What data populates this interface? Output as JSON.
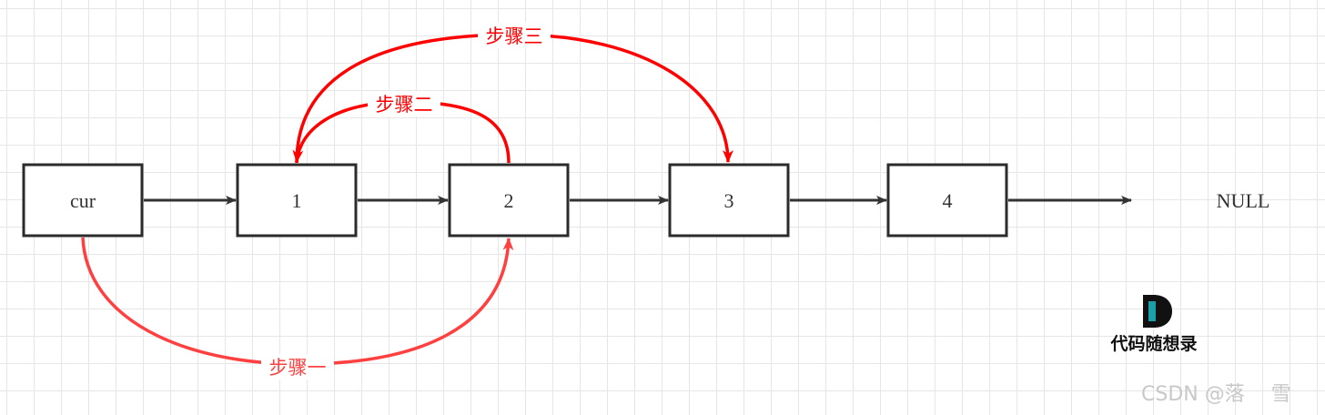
{
  "nodes": [
    "cur",
    "1",
    "2",
    "3",
    "4"
  ],
  "null_label": "NULL",
  "steps": {
    "step1": "步骤一",
    "step2": "步骤二",
    "step3": "步骤三"
  },
  "logo": {
    "letter": "D",
    "text": "代码随想录"
  },
  "watermark": "CSDN @落　 雪",
  "colors": {
    "node_border": "#2b2b2b",
    "arrow_black": "#333333",
    "step_red": "#ff0000",
    "step1_red": "#ff4040",
    "logo_teal": "#1aa0a8"
  }
}
